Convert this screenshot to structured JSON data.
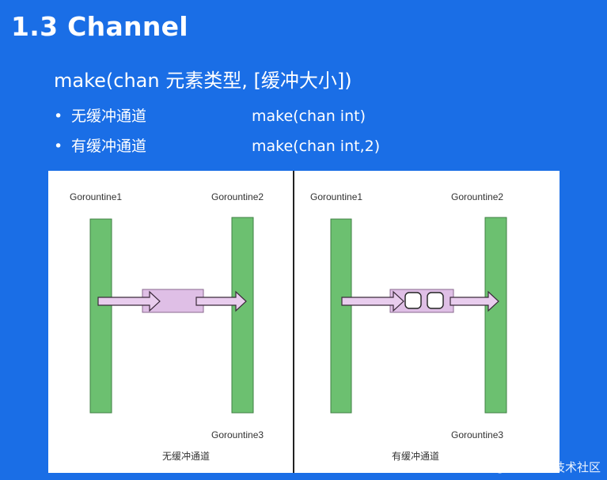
{
  "slide": {
    "title": "1.3 Channel",
    "syntax": "make(chan 元素类型, [缓冲大小])",
    "bullets": [
      {
        "marker": "•",
        "label": "无缓冲通道",
        "code": "make(chan int)"
      },
      {
        "marker": "•",
        "label": "有缓冲通道",
        "code": "make(chan int,2)"
      }
    ]
  },
  "diagram": {
    "left": {
      "goroutine1": "Gorountine1",
      "goroutine2": "Gorountine2",
      "goroutine3": "Gorountine3",
      "caption": "无缓冲通道"
    },
    "right": {
      "goroutine1": "Gorountine1",
      "goroutine2": "Gorountine2",
      "goroutine3": "Gorountine3",
      "caption": "有缓冲通道"
    },
    "colors": {
      "bar_fill": "#6cc070",
      "bar_stroke": "#3f7f43",
      "channel_fill": "#dfbfe6",
      "channel_stroke": "#8a6a8f",
      "arrow_fill": "#e9cdee",
      "arrow_stroke": "#3a2a3a"
    }
  },
  "watermark": "@稀土掘金技术社区"
}
